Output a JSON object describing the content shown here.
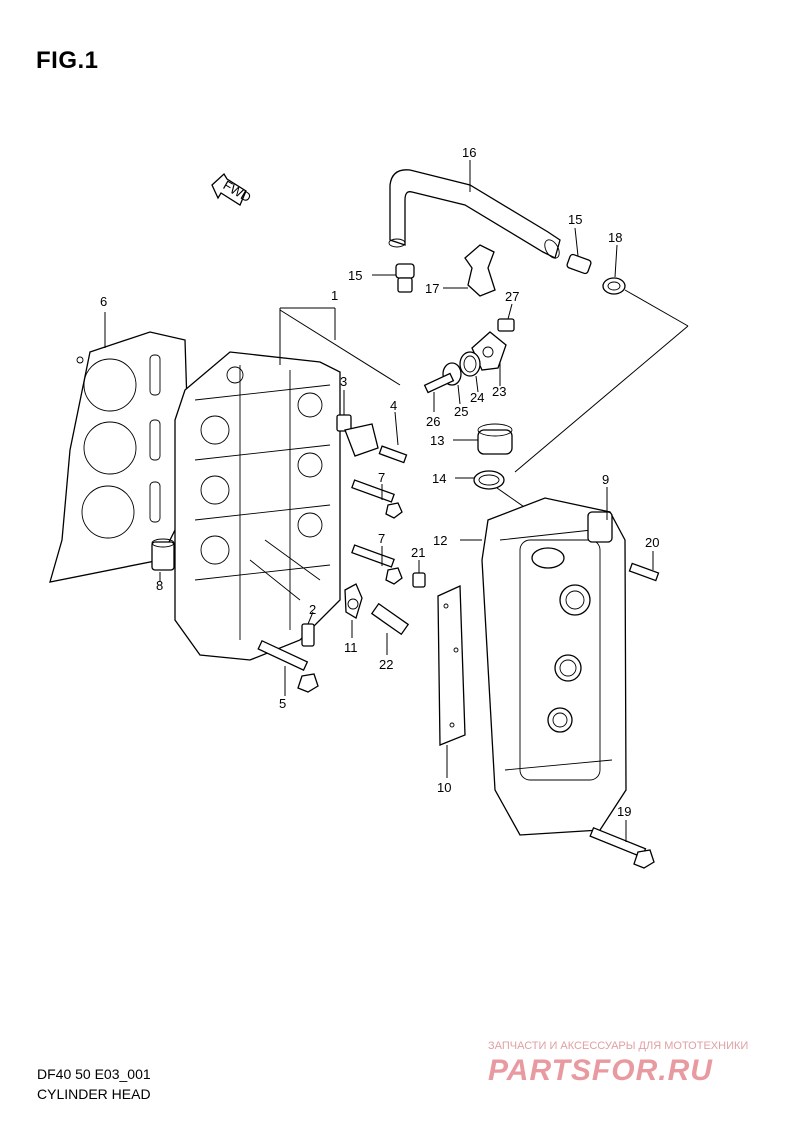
{
  "figure": {
    "title": "FIG.1",
    "fwd_label": "FWD"
  },
  "callouts": [
    {
      "num": "1"
    },
    {
      "num": "2"
    },
    {
      "num": "3"
    },
    {
      "num": "4"
    },
    {
      "num": "5"
    },
    {
      "num": "6"
    },
    {
      "num": "7"
    },
    {
      "num": "7"
    },
    {
      "num": "8"
    },
    {
      "num": "9"
    },
    {
      "num": "10"
    },
    {
      "num": "11"
    },
    {
      "num": "12"
    },
    {
      "num": "13"
    },
    {
      "num": "14"
    },
    {
      "num": "15"
    },
    {
      "num": "15"
    },
    {
      "num": "16"
    },
    {
      "num": "17"
    },
    {
      "num": "18"
    },
    {
      "num": "19"
    },
    {
      "num": "20"
    },
    {
      "num": "21"
    },
    {
      "num": "22"
    },
    {
      "num": "23"
    },
    {
      "num": "24"
    },
    {
      "num": "25"
    },
    {
      "num": "26"
    },
    {
      "num": "27"
    }
  ],
  "footer": {
    "code": "DF40 50 E03_001",
    "name": "CYLINDER HEAD"
  },
  "watermark": {
    "top_text": "ЗАПЧАСТИ И АКСЕССУАРЫ ДЛЯ МОТОТЕХНИКИ",
    "brand": "PARTSFOR.RU"
  },
  "colors": {
    "line": "#000000",
    "background": "#ffffff",
    "watermark": "#e89aa0"
  }
}
